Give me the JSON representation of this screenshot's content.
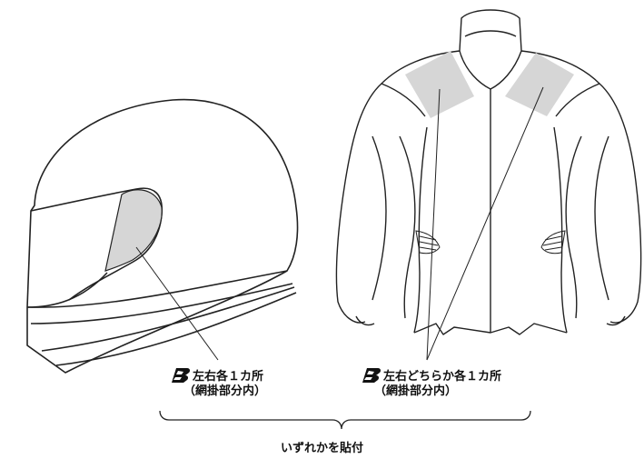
{
  "labels": {
    "helmet": {
      "line1": "左右各１カ所",
      "line2": "（網掛部分内）"
    },
    "jacket": {
      "line1": "左右どちらか各１カ所",
      "line2": "（網掛部分内）"
    }
  },
  "footer": "いずれかを貼付",
  "colors": {
    "outline": "#222222",
    "shaded": "#d6d6d6",
    "mark": "#111111"
  },
  "icons": [
    "bridgestone-b-logo-icon"
  ]
}
